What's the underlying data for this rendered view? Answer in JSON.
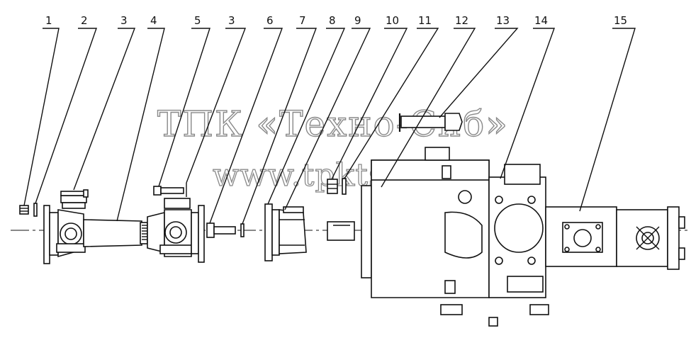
{
  "watermark": {
    "line1": "ТПК «Техно-Сиб»",
    "line2": "www.tpkts.ru"
  },
  "callouts": [
    {
      "id": "c1",
      "label": "1"
    },
    {
      "id": "c2",
      "label": "2"
    },
    {
      "id": "c3a",
      "label": "3"
    },
    {
      "id": "c4",
      "label": "4"
    },
    {
      "id": "c5",
      "label": "5"
    },
    {
      "id": "c3b",
      "label": "3"
    },
    {
      "id": "c6",
      "label": "6"
    },
    {
      "id": "c7",
      "label": "7"
    },
    {
      "id": "c8",
      "label": "8"
    },
    {
      "id": "c9",
      "label": "9"
    },
    {
      "id": "c10",
      "label": "10"
    },
    {
      "id": "c11",
      "label": "11"
    },
    {
      "id": "c12",
      "label": "12"
    },
    {
      "id": "c13",
      "label": "13"
    },
    {
      "id": "c14",
      "label": "14"
    },
    {
      "id": "c15",
      "label": "15"
    }
  ],
  "colors": {
    "ink": "#111111",
    "watermark_stroke": "#8a8a8a",
    "background": "#ffffff"
  }
}
